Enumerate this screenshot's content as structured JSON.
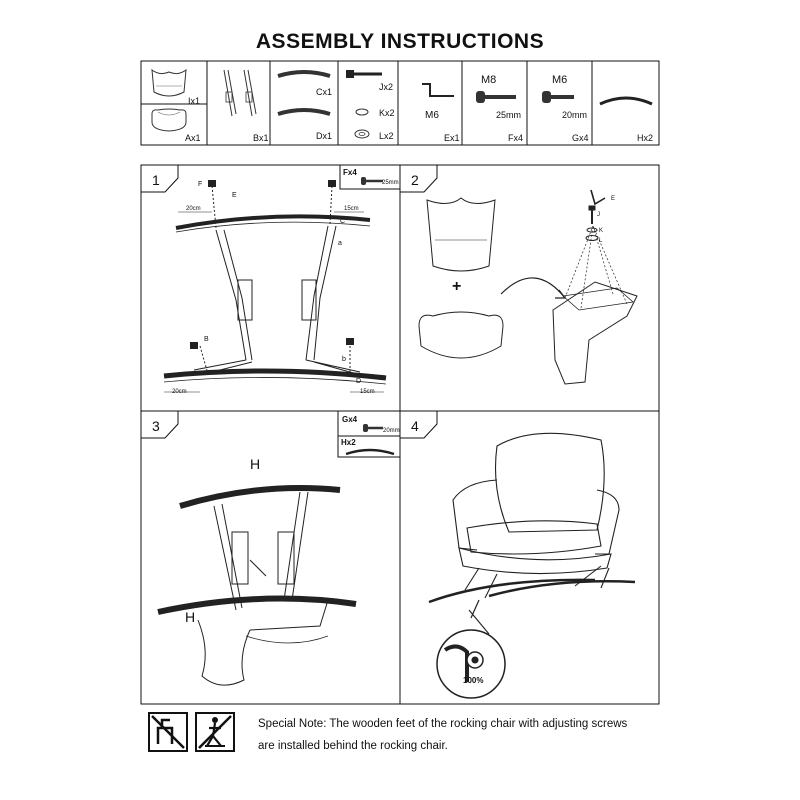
{
  "title": "ASSEMBLY INSTRUCTIONS",
  "parts": [
    {
      "code": "Ix1"
    },
    {
      "code": "Ax1"
    },
    {
      "code": "Bx1"
    },
    {
      "code": "Cx1"
    },
    {
      "code": "Dx1"
    },
    {
      "code": "Jx2"
    },
    {
      "code": "Kx2"
    },
    {
      "code": "Lx2"
    },
    {
      "code": "Ex1",
      "size": "M6"
    },
    {
      "code": "Fx4",
      "size": "M8",
      "length": "25mm"
    },
    {
      "code": "Gx4",
      "size": "M6",
      "length": "20mm"
    },
    {
      "code": "Hx2"
    }
  ],
  "steps": [
    {
      "number": "1",
      "hardware": {
        "code": "Fx4",
        "length": "25mm"
      },
      "labels": {
        "measure_top_left": "20cm",
        "measure_top_right": "15cm",
        "measure_bottom_left": "20cm",
        "measure_bottom_right": "15cm",
        "f": "F",
        "e": "E",
        "c": "C",
        "a": "a",
        "b": "b",
        "d": "D",
        "b2": "B"
      }
    },
    {
      "number": "2",
      "labels": {
        "e": "E",
        "j": "J",
        "k": "K",
        "l": "L",
        "plus": "+"
      }
    },
    {
      "number": "3",
      "hardware": {
        "code": "Gx4",
        "length": "20mm",
        "rail_code": "Hx2"
      },
      "labels": {
        "h_top": "H",
        "h_bottom": "H"
      }
    },
    {
      "number": "4",
      "labels": {
        "percent": "100%"
      }
    }
  ],
  "special_note": {
    "line1": "Special Note: The wooden feet of the rocking chair with adjusting screws",
    "line2": "are installed behind the rocking chair."
  }
}
